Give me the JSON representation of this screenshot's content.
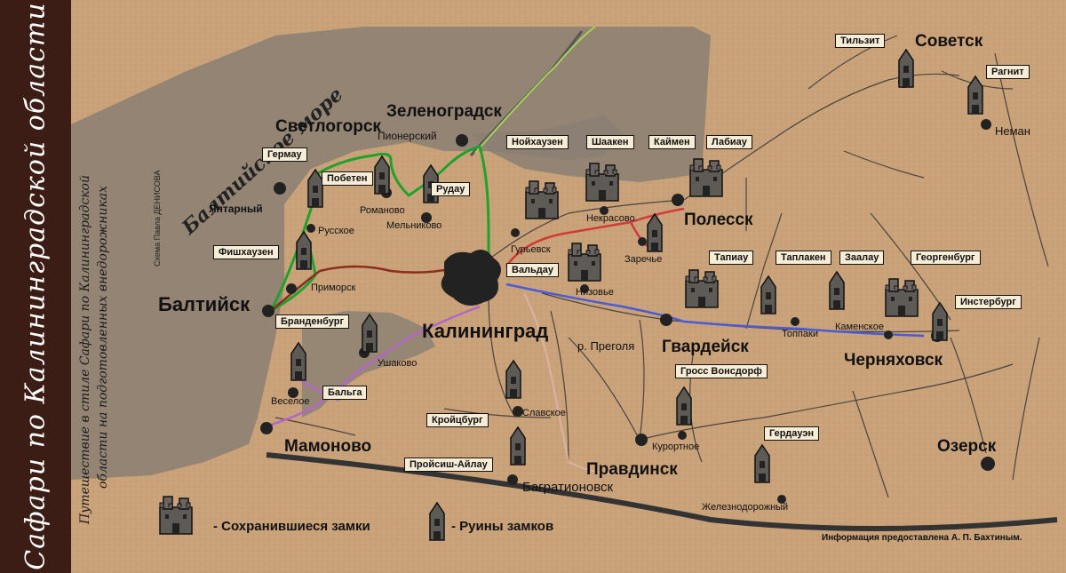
{
  "side": {
    "title": "Сафари по Калининградской области",
    "subtitle_line1": "Путешествие в стиле Сафари по Калининградской",
    "subtitle_line2": "области на подготовленных внедорожниках"
  },
  "sea": "Балтийское море",
  "credit": "Схема Павла ДЕНИСОВА",
  "river": "р. Преголя",
  "cities": [
    "Советск",
    "Зеленоградск",
    "Светлогорск",
    "Балтийск",
    "Калининград",
    "Полесск",
    "Гвардейск",
    "Черняховск",
    "Озерск",
    "Мамоново",
    "Правдинск"
  ],
  "towns": [
    "Пионерский",
    "Янтарный",
    "Русское",
    "Романово",
    "Мельниково",
    "Приморск",
    "Ушаково",
    "Веселое",
    "Некрасово",
    "Гурьевск",
    "Заречье",
    "Низовье",
    "Топпаки",
    "Каменское",
    "Курортное",
    "Железнодорожный",
    "Славское",
    "Неман",
    "Багратионовск"
  ],
  "castles": [
    "Тильзит",
    "Рагнит",
    "Нойхаузен",
    "Шаакен",
    "Каймен",
    "Лабиау",
    "Гермау",
    "Побетен",
    "Рудау",
    "Фишхаузен",
    "Вальдау",
    "Тапиау",
    "Таплакен",
    "Заалау",
    "Георгенбург",
    "Инстербург",
    "Бранденбург",
    "Бальга",
    "Гросс Вонсдорф",
    "Кройцбург",
    "Гердауэн",
    "Пройсиш-Айлау"
  ],
  "legend": {
    "preserved": "- Сохранившиеся замки",
    "ruins": "- Руины замков"
  },
  "info": "Информация предоставлена А. П. Бахтиным.",
  "colors": {
    "sidebar": "#3b1d15",
    "parchment": "#c9a27a",
    "sea": "#8a7f73",
    "route_green": "#1fa22c",
    "route_red": "#d23a3a",
    "route_blue": "#4a5bd6",
    "route_purple": "#b266c8",
    "route_brown": "#8b2c1f",
    "route_lightgreen": "#a9d25a"
  }
}
